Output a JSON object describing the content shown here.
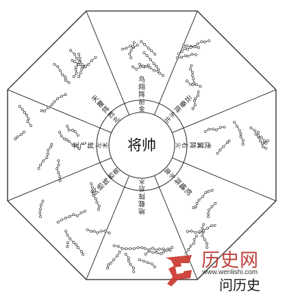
{
  "center": {
    "label": "将帅"
  },
  "inner_ring": {
    "items": [
      {
        "label": "前金",
        "name": "inner-front-jin"
      },
      {
        "label": "东北",
        "name": "inner-northeast"
      },
      {
        "label": "右火",
        "name": "inner-right-huo"
      },
      {
        "label": "东南",
        "name": "inner-southeast"
      },
      {
        "label": "后水",
        "name": "inner-back-shui"
      },
      {
        "label": "西南",
        "name": "inner-southwest"
      },
      {
        "label": "左木",
        "name": "inner-left-mu"
      },
      {
        "label": "西北",
        "name": "inner-northwest"
      }
    ]
  },
  "formations": {
    "items": [
      {
        "label": "鸟翔阵",
        "name": "formation-bird-soaring"
      },
      {
        "label": "云垂阵",
        "name": "formation-cloud-hanging"
      },
      {
        "label": "虎翼阵",
        "name": "formation-tiger-wing"
      },
      {
        "label": "蛇蟠阵",
        "name": "formation-snake-coil"
      },
      {
        "label": "地载阵",
        "name": "formation-earth-bearing"
      },
      {
        "label": "风扬阵",
        "name": "formation-wind-rising"
      },
      {
        "label": "龙飞阵",
        "name": "formation-dragon-flying"
      },
      {
        "label": "天覆阵",
        "name": "formation-heaven-covering"
      }
    ]
  },
  "watermark": {
    "main": "历史网",
    "site": "www.wenlishi.com",
    "sub": "问历史"
  }
}
